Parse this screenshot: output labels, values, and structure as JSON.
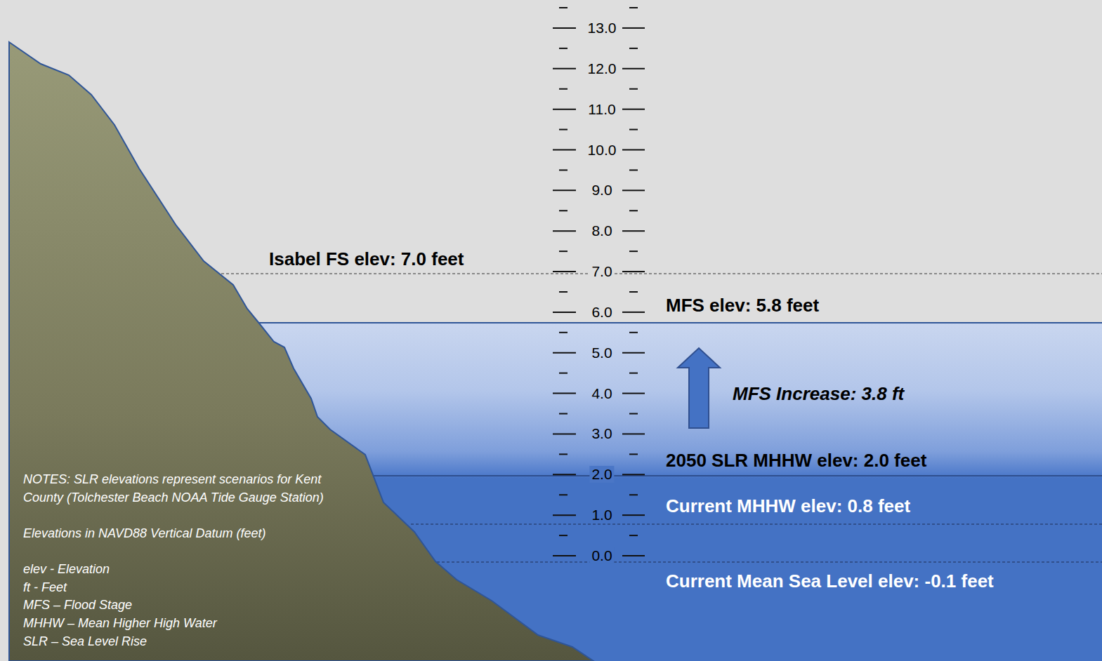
{
  "diagram": {
    "labels": [
      "Isabel FS elev: 7.0 feet",
      "MFS elev: 5.8 feet",
      "MFS Increase: 3.8 ft",
      "2050 SLR MHHW elev: 2.0 feet",
      "Current MHHW elev: 0.8 feet",
      "Current Mean Sea Level elev: -0.1 feet",
      "13.0",
      "12.0",
      "11.0",
      "10.0",
      "9.0",
      "8.0",
      "7.0",
      "6.0",
      "5.0",
      "4.0",
      "3.0",
      "2.0",
      "1.0",
      "0.0",
      "NOTES: SLR elevations represent scenarios for Kent County (Tolchester Beach NOAA Tide Gauge Station)",
      "Elevations in NAVD88 Vertical Datum (feet)",
      "elev - Elevation",
      "ft - Feet",
      "MFS – Flood Stage",
      "MHHW – Mean Higher High Water",
      "SLR – Sea Level Rise"
    ]
  }
}
